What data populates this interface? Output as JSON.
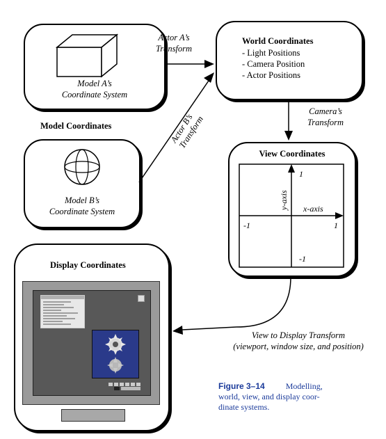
{
  "model_a": {
    "label_line1": "Model A’s",
    "label_line2": "Coordinate System"
  },
  "model_b": {
    "label_line1": "Model B’s",
    "label_line2": "Coordinate System"
  },
  "model_coordinates_label": "Model Coordinates",
  "actor_a_transform": {
    "line1": "Actor A’s",
    "line2": "Transform"
  },
  "actor_b_transform": {
    "line1": "Actor B’s",
    "line2": "Transform"
  },
  "world": {
    "title": "World Coordinates",
    "items": [
      "- Light Positions",
      "- Camera Position",
      "- Actor Positions"
    ]
  },
  "camera_transform": {
    "line1": "Camera’s",
    "line2": "Transform"
  },
  "view": {
    "title": "View Coordinates",
    "y_axis_label": "y-axis",
    "x_axis_label": "x-axis",
    "tick_top": "1",
    "tick_right": "1",
    "tick_left": "-1",
    "tick_bottom": "-1"
  },
  "display": {
    "title": "Display Coordinates"
  },
  "view_to_display": {
    "line1": "View to Display Transform",
    "line2": "(viewport, window size, and position)"
  },
  "caption": {
    "figure": "Figure 3–14",
    "line1": "Modelling,",
    "line2": "world, view, and display coor-",
    "line3": "dinate systems."
  },
  "colors": {
    "caption": "#1a3a9a",
    "screen_bg": "#585858",
    "monitor_bezel": "#9a9a9a",
    "window_bg": "#2a3a8a"
  }
}
